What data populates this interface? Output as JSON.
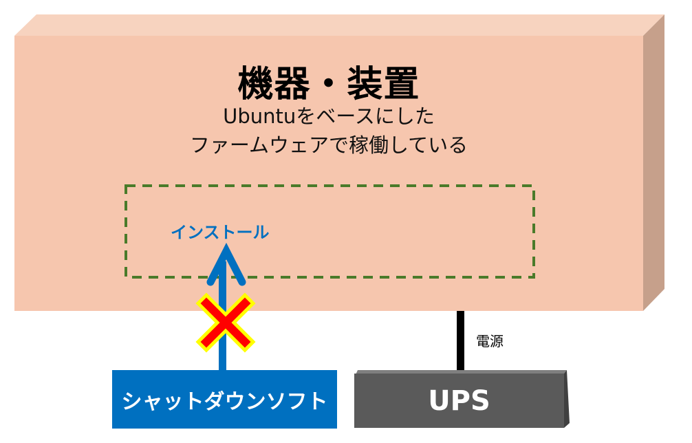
{
  "device": {
    "title": "機器・装置",
    "description_line1": "Ubuntuをベースにした",
    "description_line2": "ファームウェアで稼働している",
    "face_color": "#F6C6AE",
    "top_color": "#F7D3BF",
    "side_color": "#C6A08B"
  },
  "install_area": {
    "label": "インストール",
    "border_color": "#4A7B2A"
  },
  "shutdown_software": {
    "label": "シャットダウンソフト",
    "color": "#0070C0",
    "blocked_icon": "red-x-icon"
  },
  "ups": {
    "label": "UPS",
    "color": "#5A5A5A"
  },
  "power_line": {
    "label": "電源"
  }
}
